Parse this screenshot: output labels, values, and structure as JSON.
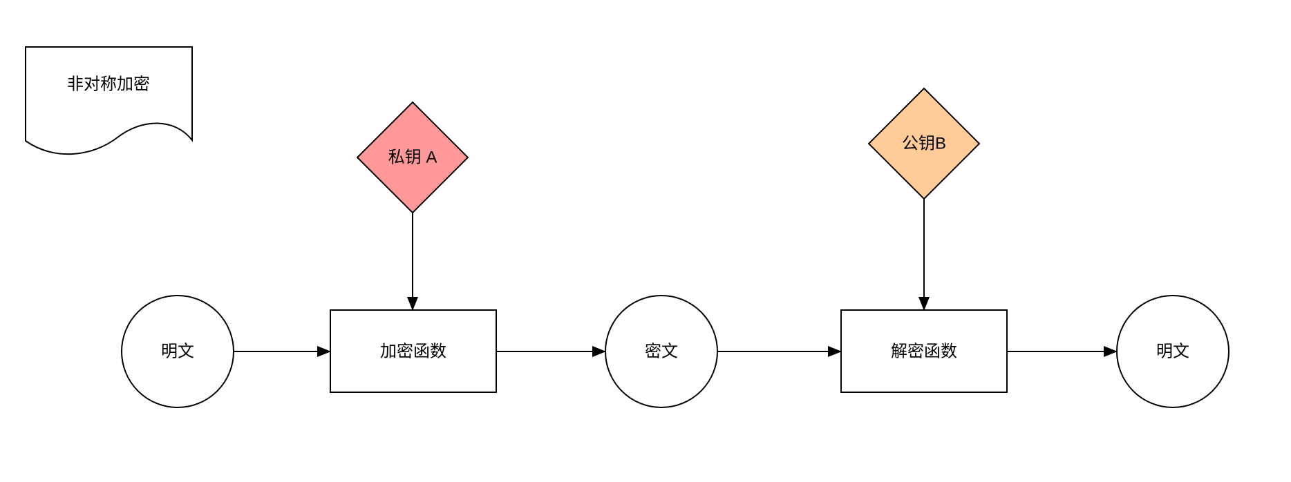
{
  "diagram": {
    "type": "flowchart",
    "background": "#FFFFFF",
    "stroke_color": "#000000",
    "text_color": "#000000",
    "note": {
      "label": "非对称加密",
      "shape": "document"
    },
    "keys": {
      "private_key": {
        "label": "私钥 A",
        "shape": "diamond",
        "fill": "#FF9999"
      },
      "public_key": {
        "label": "公钥B",
        "shape": "diamond",
        "fill": "#FFCC99"
      }
    },
    "nodes": {
      "plaintext_left": {
        "label": "明文",
        "shape": "circle"
      },
      "encrypt_fn": {
        "label": "加密函数",
        "shape": "rect"
      },
      "ciphertext": {
        "label": "密文",
        "shape": "circle"
      },
      "decrypt_fn": {
        "label": "解密函数",
        "shape": "rect"
      },
      "plaintext_right": {
        "label": "明文",
        "shape": "circle"
      }
    },
    "edges": [
      {
        "from": "plaintext_left",
        "to": "encrypt_fn",
        "arrow": "filled-triangle"
      },
      {
        "from": "private_key",
        "to": "encrypt_fn",
        "arrow": "filled-triangle"
      },
      {
        "from": "encrypt_fn",
        "to": "ciphertext",
        "arrow": "filled-triangle"
      },
      {
        "from": "ciphertext",
        "to": "decrypt_fn",
        "arrow": "filled-triangle"
      },
      {
        "from": "public_key",
        "to": "decrypt_fn",
        "arrow": "filled-triangle"
      },
      {
        "from": "decrypt_fn",
        "to": "plaintext_right",
        "arrow": "filled-triangle"
      }
    ]
  }
}
